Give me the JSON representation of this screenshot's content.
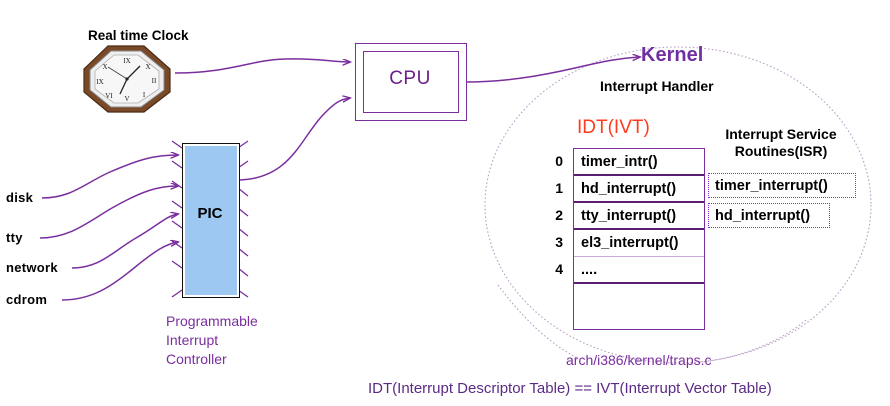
{
  "clock": {
    "title": "Real time Clock",
    "icon": "analog-clock-icon"
  },
  "devices": [
    {
      "label": "disk"
    },
    {
      "label": "tty"
    },
    {
      "label": "network"
    },
    {
      "label": "cdrom"
    }
  ],
  "pic": {
    "label": "PIC",
    "caption_line1": "Programmable",
    "caption_line2": "Interrupt",
    "caption_line3": "Controller"
  },
  "cpu": {
    "label": "CPU"
  },
  "kernel": {
    "title": "Kernel",
    "subtitle": "Interrupt Handler",
    "idt_title": "IDT(IVT)",
    "isr_title_line1": "Interrupt Service",
    "isr_title_line2": "Routines(ISR)",
    "idt_rows": [
      {
        "index": "0",
        "name": "timer_intr()"
      },
      {
        "index": "1",
        "name": "hd_interrupt()"
      },
      {
        "index": "2",
        "name": "tty_interrupt()"
      },
      {
        "index": "3",
        "name": "el3_interrupt()"
      },
      {
        "index": "4",
        "name": "...."
      }
    ],
    "isr_entries": [
      {
        "name": "timer_interrupt()"
      },
      {
        "name": "hd_interrupt()"
      }
    ],
    "source_path": "arch/i386/kernel/traps.c"
  },
  "footer": {
    "caption": "IDT(Interrupt Descriptor Table) == IVT(Interrupt Vector Table)"
  },
  "colors": {
    "purple": "#7A2E9E",
    "kernel_purple": "#7030A0",
    "idt_red": "#FF3B20",
    "pic_blue": "#9CC8F2",
    "table_border": "#5B1E73"
  }
}
